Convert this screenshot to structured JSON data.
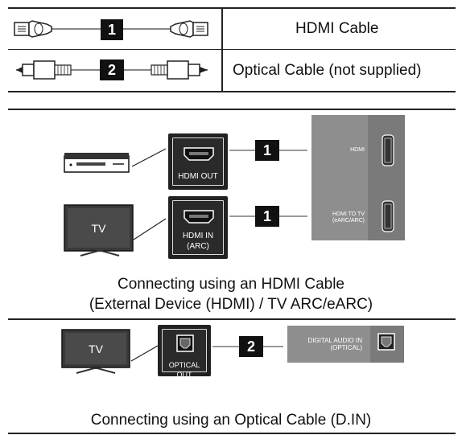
{
  "legend": {
    "rows": [
      {
        "number": "1",
        "label": "HDMI Cable"
      },
      {
        "number": "2",
        "label": "Optical Cable (not supplied)"
      }
    ]
  },
  "hdmi_section": {
    "source_port_label": "HDMI OUT",
    "tv_label": "TV",
    "tv_port_label_line1": "HDMI IN",
    "tv_port_label_line2": "(ARC)",
    "cable_number_top": "1",
    "cable_number_bottom": "1",
    "panel_port_top": "HDMI",
    "panel_port_bottom_line1": "HDMI TO TV",
    "panel_port_bottom_line2": "(eARC/ARC)",
    "caption_line1": "Connecting using an HDMI Cable",
    "caption_line2": "(External Device (HDMI) / TV ARC/eARC)"
  },
  "optical_section": {
    "tv_label": "TV",
    "tv_port_label": "OPTICAL OUT",
    "cable_number": "2",
    "panel_label_line1": "DIGITAL AUDIO IN",
    "panel_label_line2": "(OPTICAL)",
    "caption": "Connecting using an Optical Cable (D.IN)"
  },
  "icons": [
    "hdmi-plug-icon",
    "optical-plug-icon",
    "hdmi-port-icon",
    "optical-port-icon",
    "bluray-player-icon",
    "tv-icon"
  ]
}
